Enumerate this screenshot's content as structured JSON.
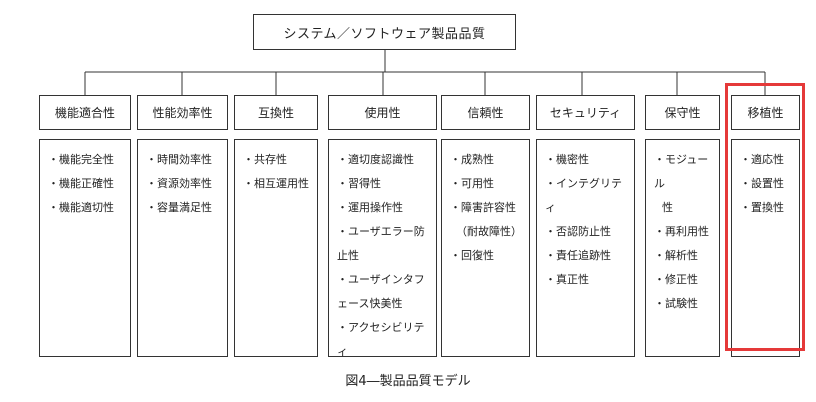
{
  "root": "システム／ソフトウェア製品品質",
  "characteristics": [
    {
      "name": "機能適合性",
      "items": [
        "・機能完全性",
        "・機能正確性",
        "・機能適切性"
      ]
    },
    {
      "name": "性能効率性",
      "items": [
        "・時間効率性",
        "・資源効率性",
        "・容量満足性"
      ]
    },
    {
      "name": "互換性",
      "items": [
        "・共存性",
        "・相互運用性"
      ]
    },
    {
      "name": "使用性",
      "items": [
        "・適切度認識性",
        "・習得性",
        "・運用操作性",
        "・ユーザエラー防",
        "止性",
        "・ユーザインタフ",
        "ェース快美性",
        "・アクセシビリテ",
        "ィ"
      ]
    },
    {
      "name": "信頼性",
      "items": [
        "・成熟性",
        "・可用性",
        "・障害許容性",
        "（耐故障性）",
        "・回復性"
      ]
    },
    {
      "name": "セキュリティ",
      "items": [
        "・機密性",
        "・インテグリティ",
        "・否認防止性",
        "・責任追跡性",
        "・真正性"
      ]
    },
    {
      "name": "保守性",
      "items": [
        "・モジュール",
        "性",
        "・再利用性",
        "・解析性",
        "・修正性",
        "・試験性"
      ]
    },
    {
      "name": "移植性",
      "items": [
        "・適応性",
        "・設置性",
        "・置換性"
      ]
    }
  ],
  "caption": "図4―製品品質モデル",
  "colors": {
    "line": "#333333",
    "highlight": "#e53939"
  }
}
